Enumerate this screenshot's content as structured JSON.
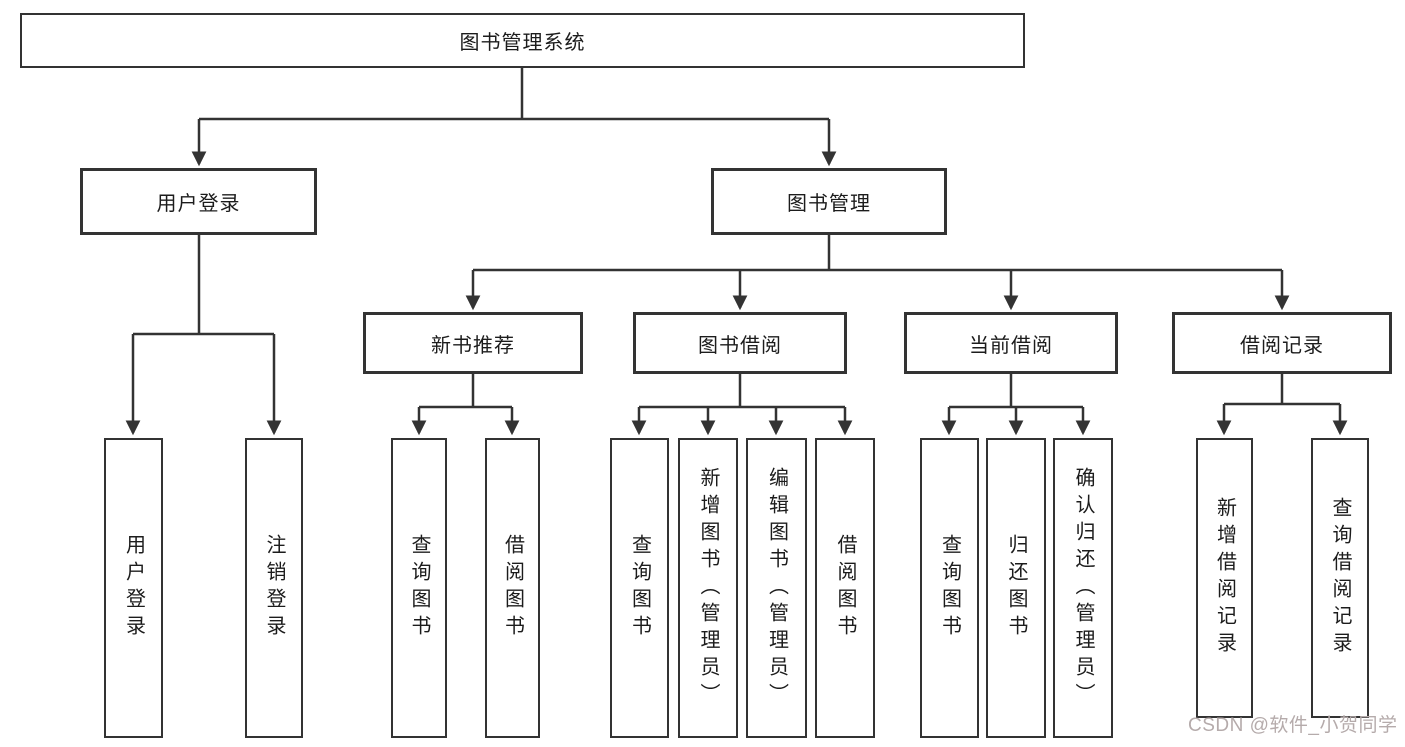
{
  "diagram": {
    "nodes": {
      "root": "图书管理系统",
      "user_login": "用户登录",
      "book_mgmt": "图书管理",
      "new_book_rec": "新书推荐",
      "book_borrow": "图书借阅",
      "current_borrow": "当前借阅",
      "borrow_records": "借阅记录",
      "leaf_user_login": "用户登录",
      "leaf_logout": "注销登录",
      "leaf_nb_query": "查询图书",
      "leaf_nb_borrow": "借阅图书",
      "leaf_bb_query": "查询图书",
      "leaf_bb_add": "新增图书（管理员）",
      "leaf_bb_edit": "编辑图书（管理员）",
      "leaf_bb_borrow": "借阅图书",
      "leaf_cb_query": "查询图书",
      "leaf_cb_return": "归还图书",
      "leaf_cb_confirm": "确认归还（管理员）",
      "leaf_br_add": "新增借阅记录",
      "leaf_br_query": "查询借阅记录"
    },
    "colors": {
      "line": "#333333",
      "text": "#1c1c1c",
      "watermark": "#b5abab",
      "background": "#ffffff"
    }
  },
  "watermark": "CSDN @软件_小贺同学"
}
